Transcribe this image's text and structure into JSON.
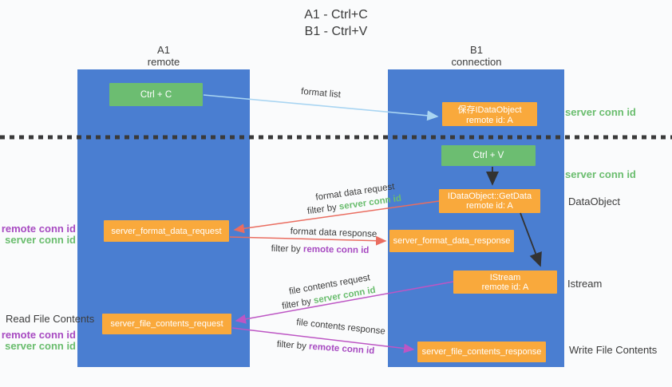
{
  "title": {
    "line1": "A1 - Ctrl+C",
    "line2": "B1 - Ctrl+V"
  },
  "columns": {
    "left": {
      "name": "A1",
      "role": "remote"
    },
    "right": {
      "name": "B1",
      "role": "connection"
    }
  },
  "nodes": {
    "ctrl_c": {
      "label": "Ctrl + C"
    },
    "save_dataobject": {
      "line1": "保存IDataObject",
      "line2": "remote id: A"
    },
    "ctrl_v": {
      "label": "Ctrl + V"
    },
    "getdata": {
      "line1": "IDataObject::GetData",
      "line2": "remote id: A"
    },
    "format_request": {
      "label": "server_format_data_request"
    },
    "format_response": {
      "label": "server_format_data_response"
    },
    "istream": {
      "line1": "IStream",
      "line2": "remote id: A"
    },
    "file_request": {
      "label": "server_file_contents_request"
    },
    "file_response": {
      "label": "server_file_contents_response"
    }
  },
  "flows": {
    "format_list": "format list",
    "format_data_request": "format data request",
    "format_data_response": "format data response",
    "file_contents_request": "file contents request",
    "file_contents_response": "file contents response",
    "filter_by": "filter by",
    "server_conn_id": "server conn id",
    "remote_conn_id": "remote conn id"
  },
  "side_labels": {
    "server_conn_id_top": "server conn id",
    "server_conn_id_mid": "server conn id",
    "dataobject": "DataObject",
    "istream": "Istream",
    "write_file_contents": "Write File Contents",
    "read_file_contents": "Read File Contents",
    "remote_conn_id_fmt": "remote conn id",
    "server_conn_id_fmt": "server conn id",
    "remote_conn_id_file": "remote conn id",
    "server_conn_id_file": "server conn id"
  },
  "colors": {
    "column_blue": "#4a7ed1",
    "node_green": "#6cbd71",
    "node_orange": "#f9a93c",
    "arrow_lightblue": "#a9d5f2",
    "arrow_red": "#ea6d60",
    "arrow_magenta": "#bd56c4",
    "arrow_black": "#333333",
    "text_green": "#6abd6e",
    "text_purple": "#a74ac1"
  }
}
